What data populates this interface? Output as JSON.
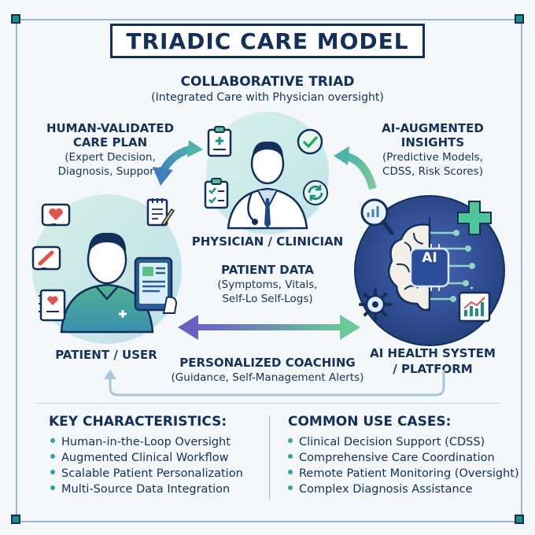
{
  "title": "TRIADIC CARE MODEL",
  "triad": {
    "heading": "COLLABORATIVE TRIAD",
    "subheading": "(Integrated Care with Physician oversight)"
  },
  "left_top": {
    "line1": "HUMAN-VALIDATED",
    "line2": "CARE PLAN",
    "sub1": "(Expert Decision,",
    "sub2": "Diagnosis, Support)"
  },
  "right_top": {
    "line1": "AI-AUGMENTED",
    "line2": "INSIGHTS",
    "sub1": "(Predictive Models,",
    "sub2": "CDSS, Risk Scores)"
  },
  "physician": {
    "label": "PHYSICIAN / CLINICIAN"
  },
  "patient_data": {
    "heading": "PATIENT DATA",
    "sub1": "(Symptoms, Vitals,",
    "sub2": "Self-Lo Self-Logs)"
  },
  "patient": {
    "label": "PATIENT / USER"
  },
  "ai_system": {
    "line1": "AI HEALTH SYSTEM",
    "line2": "/ PLATFORM",
    "chip": "AI"
  },
  "coaching": {
    "heading": "PERSONALIZED COACHING",
    "sub": "(Guidance, Self-Management Alerts)"
  },
  "key_characteristics": {
    "title": "KEY CHARACTERISTICS:",
    "items": [
      "Human-in-the-Loop Oversight",
      "Augmented Clinical Workflow",
      "Scalable Patient Personalization",
      "Multi-Source Data Integration"
    ]
  },
  "use_cases": {
    "title": "COMMON USE CASES:",
    "items": [
      "Clinical Decision Support (CDSS)",
      "Comprehensive Care Coordination",
      "Remote Patient Monitoring (Oversight)",
      "Complex Diagnosis Assistance"
    ]
  },
  "colors": {
    "navy": "#12305a",
    "teal": "#1e8f86",
    "purple": "#6a5fc1",
    "green": "#5cbf8a"
  }
}
